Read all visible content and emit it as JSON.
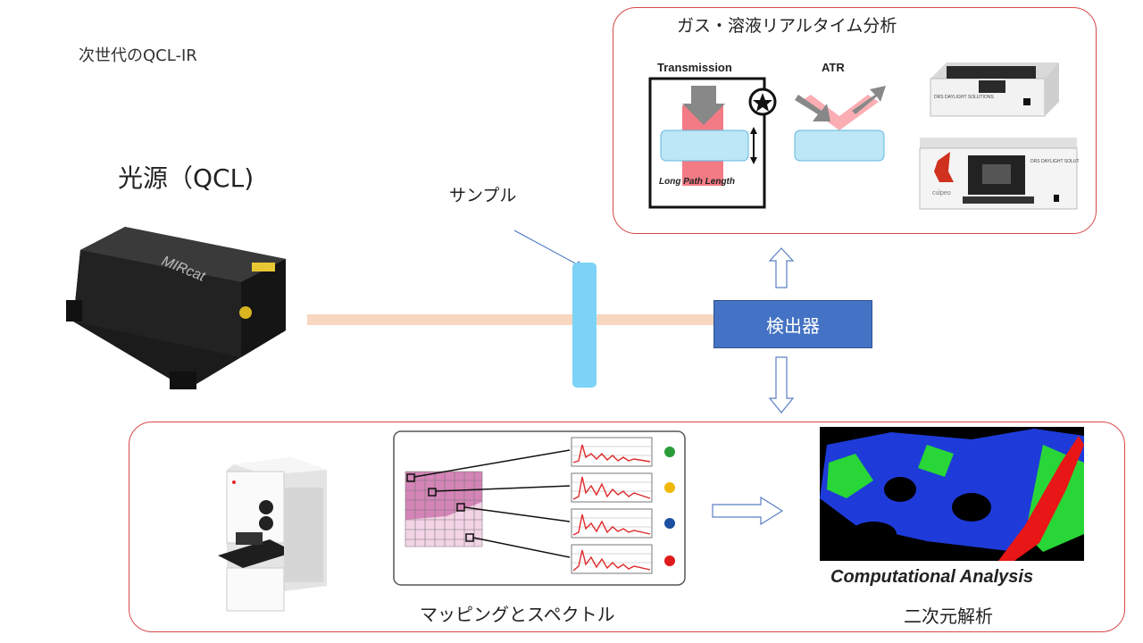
{
  "slide": {
    "title": "次世代のQCL-IR"
  },
  "source": {
    "label": "光源（QCL)",
    "device_brand": "MIRcat"
  },
  "sample": {
    "label": "サンプル"
  },
  "detector": {
    "label": "検出器"
  },
  "gas_panel": {
    "title": "ガス・溶液リアルタイム分析",
    "transmission_label": "Transmission",
    "path_label": "Long Path Length",
    "atr_label": "ATR",
    "instrument_brand": "DRS DAYLIGHT SOLUTIONS",
    "instrument_logo": "culpeo"
  },
  "mapping_panel": {
    "mapping_label": "マッピングとスペクトル",
    "analysis_label": "二次元解析",
    "analysis_caption": "Computational Analysis"
  },
  "colors": {
    "panel_border": "#d84848",
    "detector_fill": "#4472c4",
    "beam": "#f7d7c0",
    "cuvette": "#7dd3f7",
    "spectrum_line": "#e0292a",
    "dot_green": "#2a9d3a",
    "dot_yellow": "#f2b705",
    "dot_blue": "#1c4fa1",
    "dot_red": "#e01b1b"
  }
}
